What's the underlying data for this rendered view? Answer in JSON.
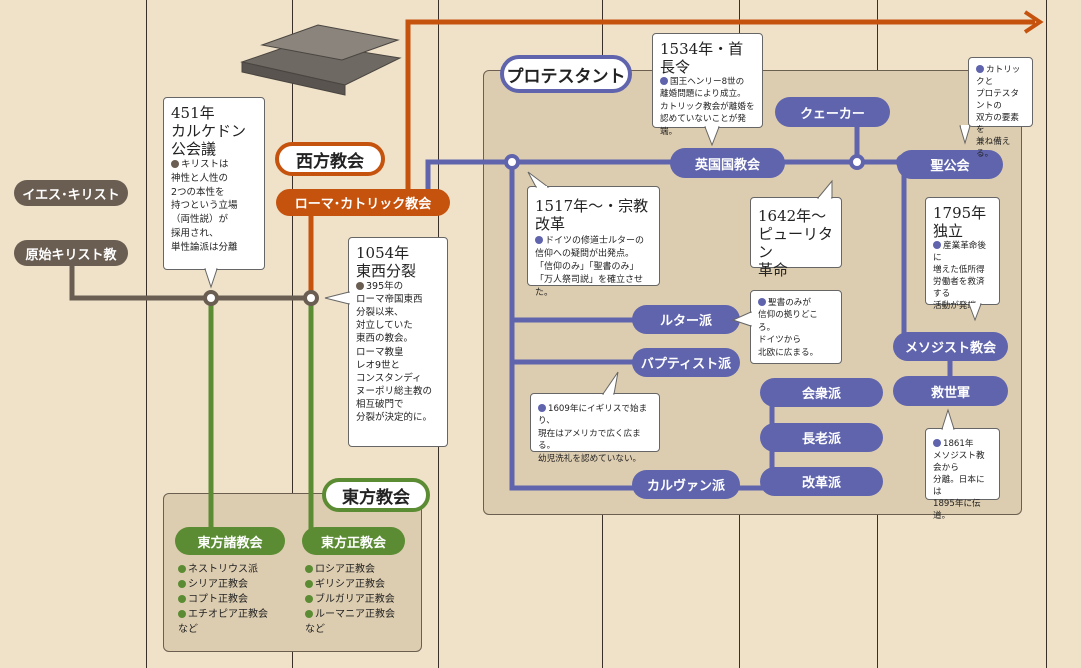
{
  "colors": {
    "brown": "#6a5d52",
    "orange": "#c5530e",
    "blue": "#5f64ad",
    "green": "#5b8c33",
    "paper": "#efe2c9"
  },
  "early": {
    "jesus": "イエス･キリスト",
    "primitive": "原始キリスト教"
  },
  "western": {
    "label": "西方教会",
    "catholic": "ローマ･カトリック教会"
  },
  "eastern": {
    "label": "東方教会",
    "oriental": "東方諸教会",
    "orthodox": "東方正教会",
    "oriental_list": [
      "ネストリウス派",
      "シリア正教会",
      "コプト正教会",
      "エチオピア正教会"
    ],
    "orthodox_list": [
      "ロシア正教会",
      "ギリシア正教会",
      "ブルガリア正教会",
      "ルーマニア正教会"
    ],
    "etc": "など"
  },
  "protestant": {
    "label": "プロテスタント",
    "anglican": "英国国教会",
    "quaker": "クェーカー",
    "episcopal": "聖公会",
    "lutheran": "ルター派",
    "baptist": "バプティスト派",
    "calvinist": "カルヴァン派",
    "congregational": "会衆派",
    "presbyterian": "長老派",
    "reformed": "改革派",
    "methodist": "メソジスト教会",
    "salvation": "救世軍"
  },
  "notes": {
    "chalcedon": {
      "title": [
        "451年",
        "カルケドン",
        "公会議"
      ],
      "body": [
        "キリストは",
        "神性と人性の",
        "2つの本性を",
        "持つという立場",
        "（両性説）が",
        "採用され、",
        "単性論派は分離"
      ]
    },
    "schism": {
      "title": [
        "1054年",
        "東西分裂"
      ],
      "body": [
        "395年の",
        "ローマ帝国東西",
        "分裂以来、",
        "対立していた",
        "東西の教会。",
        "ローマ教皇",
        "レオ9世と",
        "コンスタンディ",
        "ヌーポリ総主教の",
        "相互破門で",
        "分裂が決定的に。"
      ]
    },
    "supremacy": {
      "title": [
        "1534年・首長令"
      ],
      "body": [
        "国王ヘンリー8世の",
        "離婚問題により成立。",
        "カトリック教会が離婚を",
        "認めていないことが発端。"
      ]
    },
    "reformation": {
      "title": [
        "1517年～・宗教改革"
      ],
      "body": [
        "ドイツの修道士ルターの",
        "信仰への疑問が出発点。",
        "「信仰のみ」「聖書のみ」",
        "「万人祭司説」を確立させた。"
      ]
    },
    "puritan": {
      "title": [
        "1642年～",
        "ピューリタン",
        "革命"
      ],
      "body": []
    },
    "anglican_note": {
      "title": [],
      "body": [
        "カトリックと",
        "プロテスタントの",
        "双方の要素を",
        "兼ね備える。"
      ]
    },
    "independence": {
      "title": [
        "1795年",
        "独立"
      ],
      "body": [
        "産業革命後に",
        "増えた低所得",
        "労働者を救済する",
        "活動が発端。"
      ]
    },
    "luther_note": {
      "title": [],
      "body": [
        "聖書のみが",
        "信仰の拠りどころ。",
        "ドイツから",
        "北欧に広まる。"
      ]
    },
    "baptist_note": {
      "title": [],
      "body": [
        "1609年にイギリスで始まり、",
        "現在はアメリカで広く広まる。",
        "幼児洗礼を認めていない。"
      ]
    },
    "salvation_note": {
      "title": [],
      "body": [
        "1861年",
        "メソジスト教会から",
        "分離。日本には",
        "1895年に伝道。"
      ]
    }
  }
}
